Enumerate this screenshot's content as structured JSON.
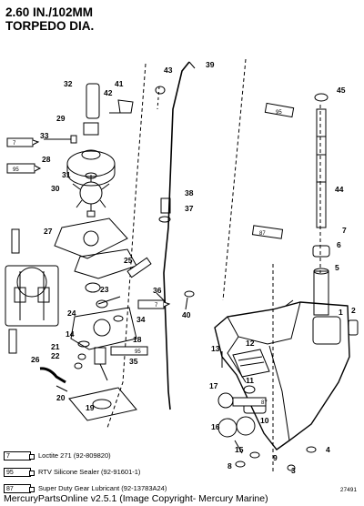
{
  "title": "2.60 IN./102MM\nTORPEDO DIA.",
  "part_labels": [
    "1",
    "2",
    "3",
    "4",
    "5",
    "6",
    "7",
    "8",
    "9",
    "10",
    "11",
    "12",
    "13",
    "14",
    "15",
    "16",
    "17",
    "18",
    "19",
    "20",
    "21",
    "22",
    "23",
    "24",
    "25",
    "26",
    "27",
    "28",
    "29",
    "30",
    "31",
    "32",
    "33",
    "34",
    "35",
    "36",
    "37",
    "38",
    "39",
    "40",
    "41",
    "42",
    "43",
    "44",
    "45"
  ],
  "tube_labels": {
    "loctite": "7",
    "rtv": "95",
    "gear_lube": "87"
  },
  "legend": [
    {
      "code": "7",
      "text": "Loctite 271 (92-809820)"
    },
    {
      "code": "95",
      "text": "RTV Silicone Sealer (92-91601-1)"
    },
    {
      "code": "87",
      "text": "Super Duty Gear Lubricant (92-13783A24)"
    }
  ],
  "doc_number": "27491",
  "footer": "MercuryPartsOnline v2.5.1 (Image Copyright- Mercury Marine)"
}
